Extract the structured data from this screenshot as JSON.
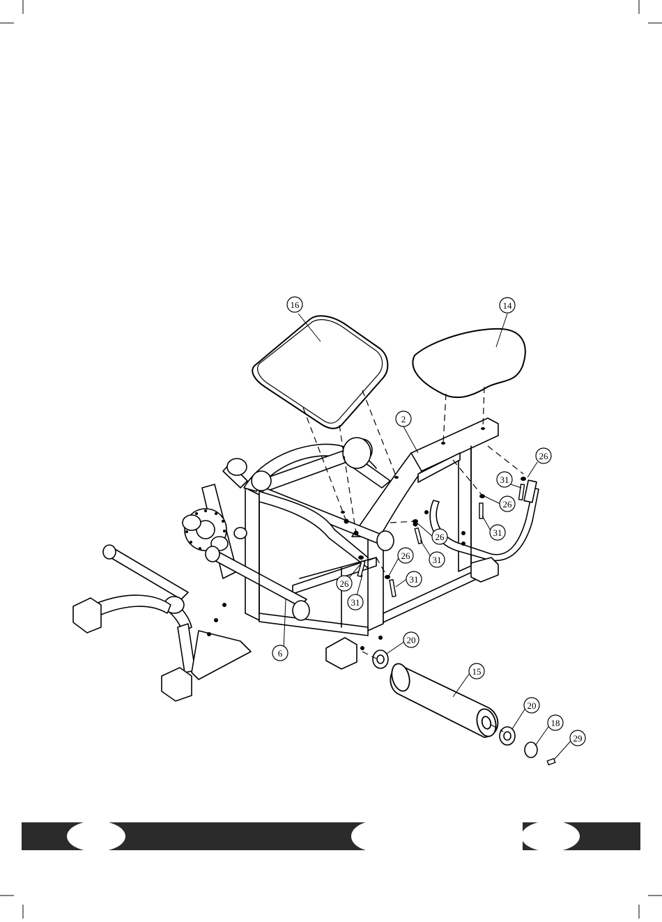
{
  "diagram": {
    "callouts": [
      {
        "id": "c16",
        "label": "16"
      },
      {
        "id": "c14",
        "label": "14"
      },
      {
        "id": "c2",
        "label": "2"
      },
      {
        "id": "c26a",
        "label": "26"
      },
      {
        "id": "c31a",
        "label": "31"
      },
      {
        "id": "c26b",
        "label": "26"
      },
      {
        "id": "c31b",
        "label": "31"
      },
      {
        "id": "c26c",
        "label": "26"
      },
      {
        "id": "c31c",
        "label": "31"
      },
      {
        "id": "c26d",
        "label": "26"
      },
      {
        "id": "c31d",
        "label": "31"
      },
      {
        "id": "c26e",
        "label": "26"
      },
      {
        "id": "c31e",
        "label": "31"
      },
      {
        "id": "c6",
        "label": "6"
      },
      {
        "id": "c20a",
        "label": "20"
      },
      {
        "id": "c15",
        "label": "15"
      },
      {
        "id": "c20b",
        "label": "20"
      },
      {
        "id": "c18",
        "label": "18"
      },
      {
        "id": "c29",
        "label": "29"
      }
    ]
  },
  "footer_bar": {
    "color": "#2b2b2b"
  }
}
